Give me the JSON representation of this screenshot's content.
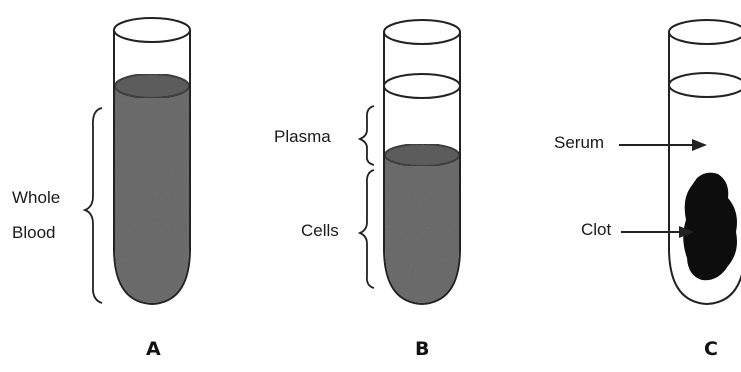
{
  "panels": [
    {
      "letter": "A",
      "labels": {
        "whole": "Whole",
        "blood": "Blood"
      }
    },
    {
      "letter": "B",
      "labels": {
        "plasma": "Plasma",
        "cells": "Cells"
      }
    },
    {
      "letter": "C",
      "labels": {
        "serum": "Serum",
        "clot": "Clot"
      }
    }
  ],
  "colors": {
    "ink": "#1a1a1a",
    "glass_outline": "#222222",
    "blood_fill": "#6f6f6f",
    "clot_fill": "#0d0d0d"
  }
}
